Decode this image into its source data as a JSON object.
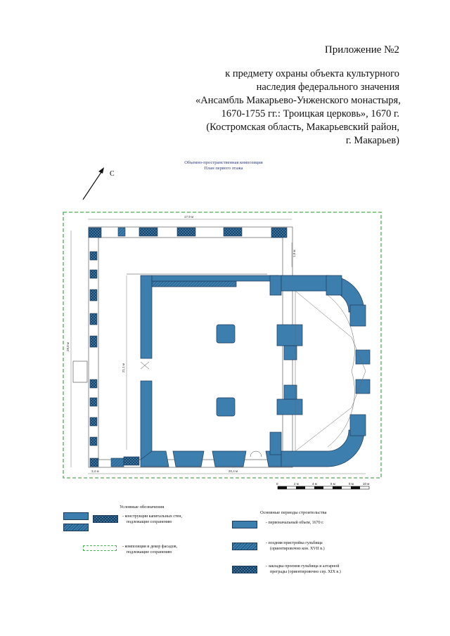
{
  "header": {
    "appendix": "Приложение №2",
    "subject_lines": [
      "к предмету охраны объекта культурного",
      "наследия федерального значения",
      "«Ансамбль Макарьево-Унженского монастыря,",
      "1670-1755 гг.: Троицкая церковь», 1670 г.",
      "(Костромская область, Макарьевский район,",
      "г. Макарьев)"
    ]
  },
  "plan": {
    "title_lines": [
      "Объемно-пространственная композиция",
      "План первого этажа"
    ],
    "compass_letter": "С",
    "dimensions": {
      "top_width": "17,9 м",
      "left_height": "28,8 м",
      "inner_height": "21,1 м",
      "right_small": "1,9 м",
      "bottom_left": "3,4 м",
      "bottom_main": "20,4 м"
    },
    "scale_ticks": [
      "0",
      "2 м",
      "4 м",
      "6 м",
      "8 м",
      "10 м"
    ]
  },
  "legend": {
    "left_heading": "Условные обозначения",
    "left_items": [
      {
        "text": [
          "конструкции капитальных стен,",
          "подлежащие сохранению"
        ]
      },
      {
        "text": [
          "композиция и декор фасадов,",
          "подлежащие сохранению"
        ]
      }
    ],
    "right_heading": "Основные периоды строительства",
    "right_items": [
      {
        "text": [
          "первоначальный объем, 1670 г."
        ]
      },
      {
        "text": [
          "поздняя пристройка гульбища",
          "(ориентировочно кон. XVII в.)"
        ]
      },
      {
        "text": [
          "закладка проемов гульбища и алтарной",
          "преграды (ориентировочно сер. XIX в.)"
        ]
      }
    ]
  },
  "colors": {
    "wall": "#3c7fae",
    "wall_stroke": "#1e3a5a",
    "boundary": "#4caf50",
    "title": "#2a3a8a"
  }
}
